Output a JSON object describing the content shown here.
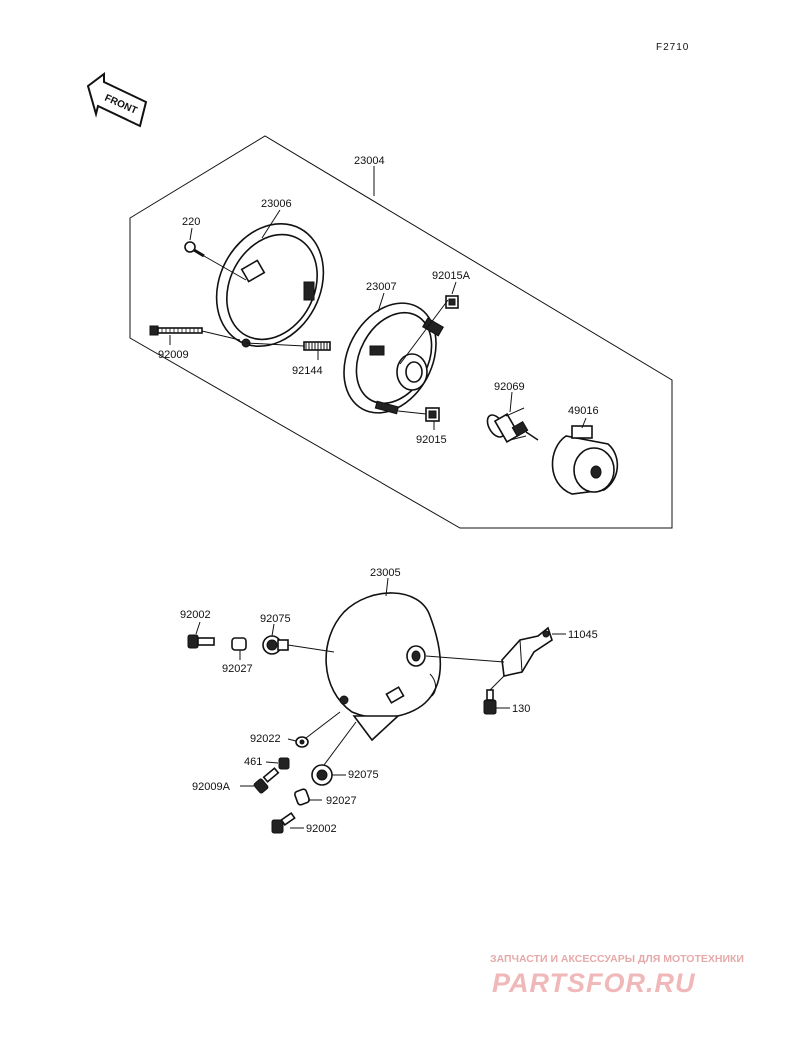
{
  "figure_code": "F2710",
  "front_label": "FRONT",
  "parts": {
    "p23004": "23004",
    "p23006": "23006",
    "p220": "220",
    "p23007": "23007",
    "p92015A": "92015A",
    "p92009": "92009",
    "p92144": "92144",
    "p92069": "92069",
    "p49016": "49016",
    "p92015": "92015",
    "p23005": "23005",
    "p92002_top": "92002",
    "p92075_top": "92075",
    "p92027_top": "92027",
    "p11045": "11045",
    "p130": "130",
    "p92022": "92022",
    "p461": "461",
    "p92075_bottom": "92075",
    "p92009A": "92009A",
    "p92027_bottom": "92027",
    "p92002_bottom": "92002"
  },
  "watermark": {
    "subtitle": "ЗАПЧАСТИ И АКСЕССУАРЫ ДЛЯ МОТОТЕХНИКИ",
    "logo": "PARTSFOR.RU",
    "color": "#e8a0a0"
  }
}
